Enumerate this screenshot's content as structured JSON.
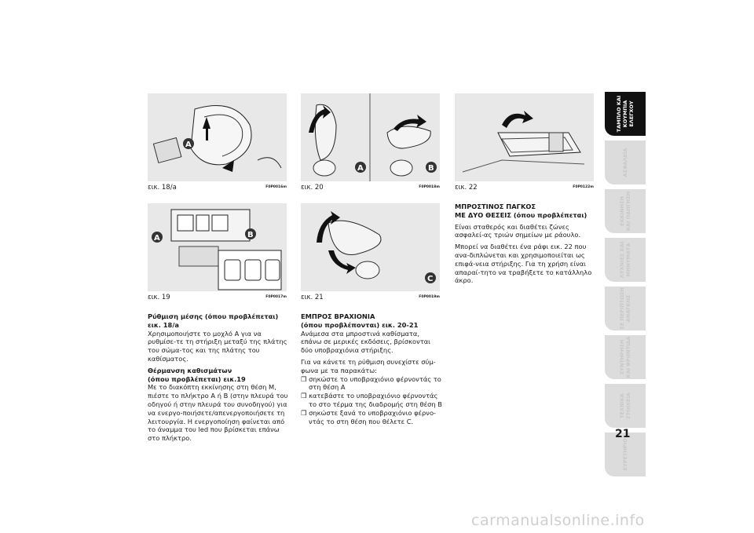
{
  "figures": [
    {
      "caption": "εικ. 18/a",
      "code": "F0P0016m",
      "labels": [
        "A"
      ]
    },
    {
      "caption": "εικ. 20",
      "code": "F0P0018m",
      "labels": [
        "A",
        "B"
      ]
    },
    {
      "caption": "εικ. 22",
      "code": "F0P0122m",
      "labels": []
    },
    {
      "caption": "εικ. 19",
      "code": "F0P0017m",
      "labels": [
        "A",
        "B"
      ]
    },
    {
      "caption": "εικ. 21",
      "code": "F0P0019m",
      "labels": [
        "C"
      ]
    }
  ],
  "col1": {
    "h1": "Ρύθμιση μέσης (όπου προβλέπεται)",
    "h1b": "εικ. 18/a",
    "p1": "Χρησιμοποιήστε το μοχλό A για να ρυθμίσε-τε τη στήριξη μεταξύ της πλάτης του σώμα-τος και της πλάτης του καθίσματος.",
    "h2": "Θέρμανση καθισμάτων",
    "h2b": "(όπου προβλέπεται) εικ.19",
    "p2": "Με το διακόπτη εκκίνησης στη θέση M, πιέστε το πλήκτρο A ή B (στην πλευρά του οδηγού ή στην πλευρά του συνοδηγού) για να ενεργο-ποιήσετε/απενεργοποιήσετε τη λειτουργία. Η ενεργοποίηση φαίνεται από το άναμμα του led που βρίσκεται επάνω στο πλήκτρο."
  },
  "col2": {
    "h1": "ΕΜΠΡΟΣ ΒΡΑΧΙΟΝΙΑ",
    "h1b": "(όπου προβλέπονται) εικ. 20-21",
    "p1": "Ανάμεσα στα μπροστινά καθίσματα, επάνω σε μερικές εκδόσεις, βρίσκονται δύο υποβραχιόνια στήριξης.",
    "p2": "Για να κάνετε τη ρύθμιση συνεχίστε σύμ-φωνα με τα παρακάτω:",
    "bullets": [
      "❒ σηκώστε το υποβραχιόνιο φέρνοντάς το στη θέση A",
      "❒ κατεβάστε το υποβραχιόνιο φέρνοντάς το στο τέρμα της διαδρομής στη θέση B",
      "❒ σηκώστε ξανά το υποβραχιόνιο φέρνο-ντάς το στη θέση που θέλετε C."
    ]
  },
  "col3": {
    "h1": "ΜΠΡΟΣΤΙΝΟΣ ΠΑΓΚΟΣ",
    "h1b": "ΜΕ ΔΥΟ ΘΕΣΕΙΣ (όπου προβλέπεται)",
    "p1": "Είναι σταθερός και διαθέτει ζώνες ασφαλεί-ας τριών σημείων με ράουλο.",
    "p2": "Μπορεί να διαθέτει ένα ράφι εικ. 22 που ανα-διπλώνεται και χρησιμοποιείται ως επιφά-νεια στήριξης. Για τη χρήση είναι απαραί-τητο να τραβήξετε το κατάλληλο άκρο."
  },
  "tabs": [
    "ΤΑΜΠΛΟ ΚΑΙ\nΚΟΥΜΠΙΑ\nΕΛΕΓΧΟΥ",
    "ΑΣΦΑΛΕΙΑ",
    "ΕΚΚΙΝΗΣΗ\nΚΑΙ ΟΔΗΓΗΣΗ",
    "ΛΥΧΝΙΕΣ ΚΑΙ\nΜΗΝΥΜΑΤΑ",
    "ΣΕ ΠΕΡΙΠΤΩΣΗ\nΑΝΑΓΚΗΣ",
    "ΣΥΝΤΗΡΗΣΗ\nΚΑΙ ΦΡΟΝΤΙΔΑ",
    "ΤΕΧΝΙΚΑ\nΣΤΟΙΧΕΙΑ",
    "ΕΥΡΕΤΗΡΙΟ"
  ],
  "page_number": "21",
  "watermark": "carmanualsonline.info"
}
